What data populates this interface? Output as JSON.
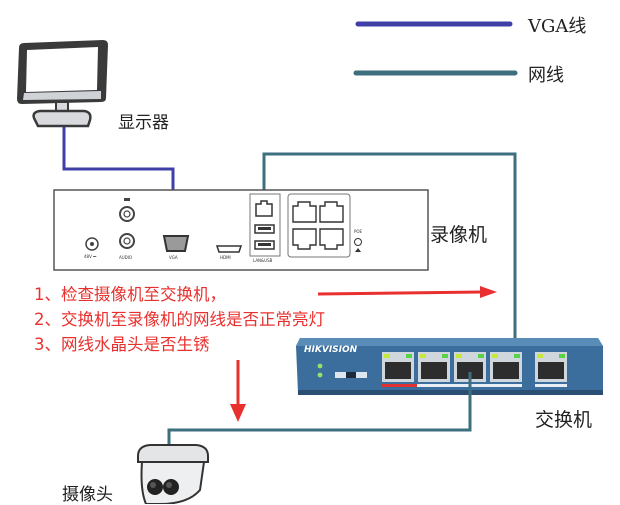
{
  "legend": {
    "items": [
      {
        "label": "VGA线",
        "color": "#3f3fa8"
      },
      {
        "label": "网线",
        "color": "#3d6f7f"
      }
    ]
  },
  "devices": {
    "monitor": {
      "label": "显示器"
    },
    "nvr": {
      "label": "录像机",
      "port_labels": {
        "dc": "48V ⎓",
        "audio": "AUDIO",
        "vga": "VGA",
        "hdmi": "HDMI",
        "lan_usb": "LAN&USB",
        "poe": "POE"
      }
    },
    "switch": {
      "label": "交换机",
      "brand": "HIKVISION"
    },
    "camera": {
      "label": "摄像头"
    }
  },
  "notes": [
    "1、检查摄像机至交换机，",
    "2、交换机至录像机的网线是否正常亮灯",
    "3、网线水晶头是否生锈"
  ],
  "colors": {
    "vga_cable": "#3f3fa8",
    "network_cable": "#3d6f7f",
    "annotation": "#e8312e",
    "switch_body": "#3b6e9c"
  }
}
